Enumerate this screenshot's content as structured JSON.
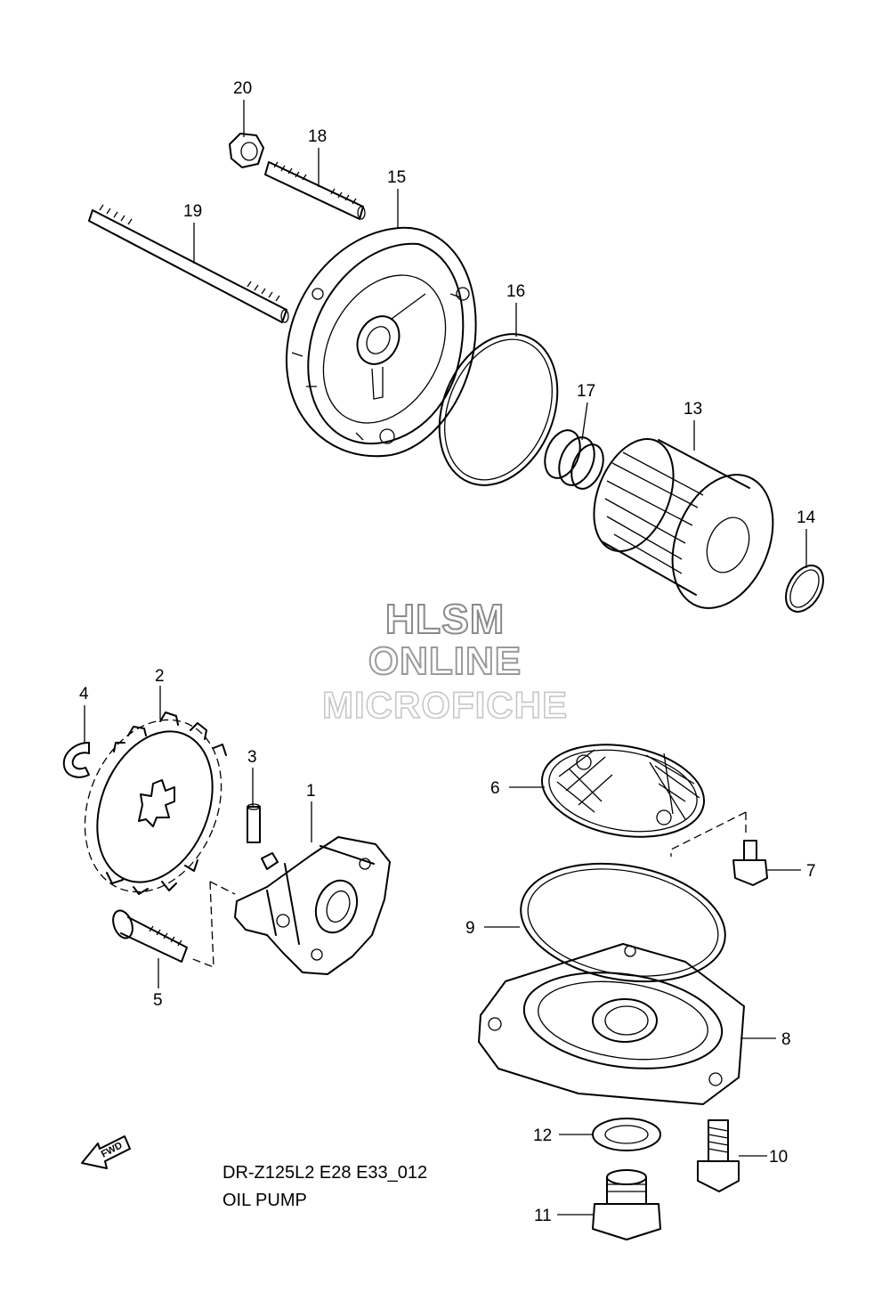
{
  "watermark": {
    "line1": "HLSM",
    "line2": "ONLINE",
    "line3": "MICROFICHE"
  },
  "caption": {
    "code": "DR-Z125L2 E28 E33_012",
    "title": "OIL PUMP"
  },
  "fwd_label": "FWD",
  "callouts": [
    "20",
    "18",
    "15",
    "19",
    "16",
    "17",
    "13",
    "14",
    "4",
    "2",
    "3",
    "1",
    "6",
    "7",
    "9",
    "8",
    "5",
    "12",
    "10",
    "11"
  ],
  "colors": {
    "ink": "#000000",
    "watermark_dark": "#8a8a8a",
    "watermark_light": "#c4c4c4"
  }
}
